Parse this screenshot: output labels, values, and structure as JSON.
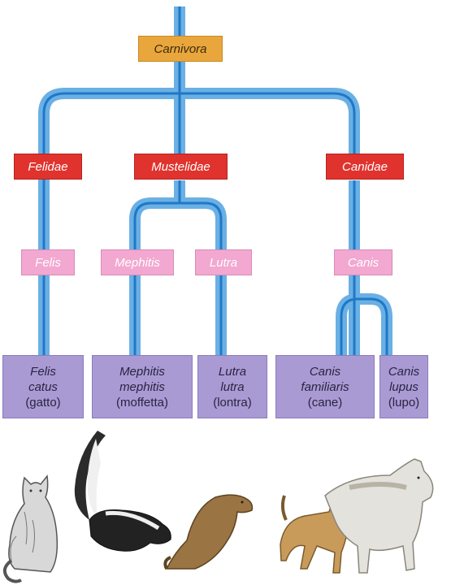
{
  "order": {
    "label": "Carnivora"
  },
  "families": [
    {
      "label": "Felidae"
    },
    {
      "label": "Mustelidae"
    },
    {
      "label": "Canidae"
    }
  ],
  "genera": [
    {
      "label": "Felis"
    },
    {
      "label": "Mephitis"
    },
    {
      "label": "Lutra"
    },
    {
      "label": "Canis"
    }
  ],
  "species": [
    {
      "line1": "Felis",
      "line2": "catus",
      "common": "(gatto)"
    },
    {
      "line1": "Mephitis",
      "line2": "mephitis",
      "common": "(moffetta)"
    },
    {
      "line1": "Lutra",
      "line2": "lutra",
      "common": "(lontra)"
    },
    {
      "line1": "Canis",
      "line2": "familiaris",
      "common": "(cane)"
    },
    {
      "line1": "Canis",
      "line2": "lupus",
      "common": "(lupo)"
    }
  ],
  "colors": {
    "branch": "#6ab0e4",
    "branch_core": "#1f78c8",
    "order": "#e9a63c",
    "family": "#e0332e",
    "genus": "#f2a8d0",
    "species": "#a99ad4"
  },
  "illustrations": [
    "cat-illustration",
    "skunk-illustration",
    "otter-illustration",
    "dog-illustration",
    "wolf-illustration"
  ]
}
